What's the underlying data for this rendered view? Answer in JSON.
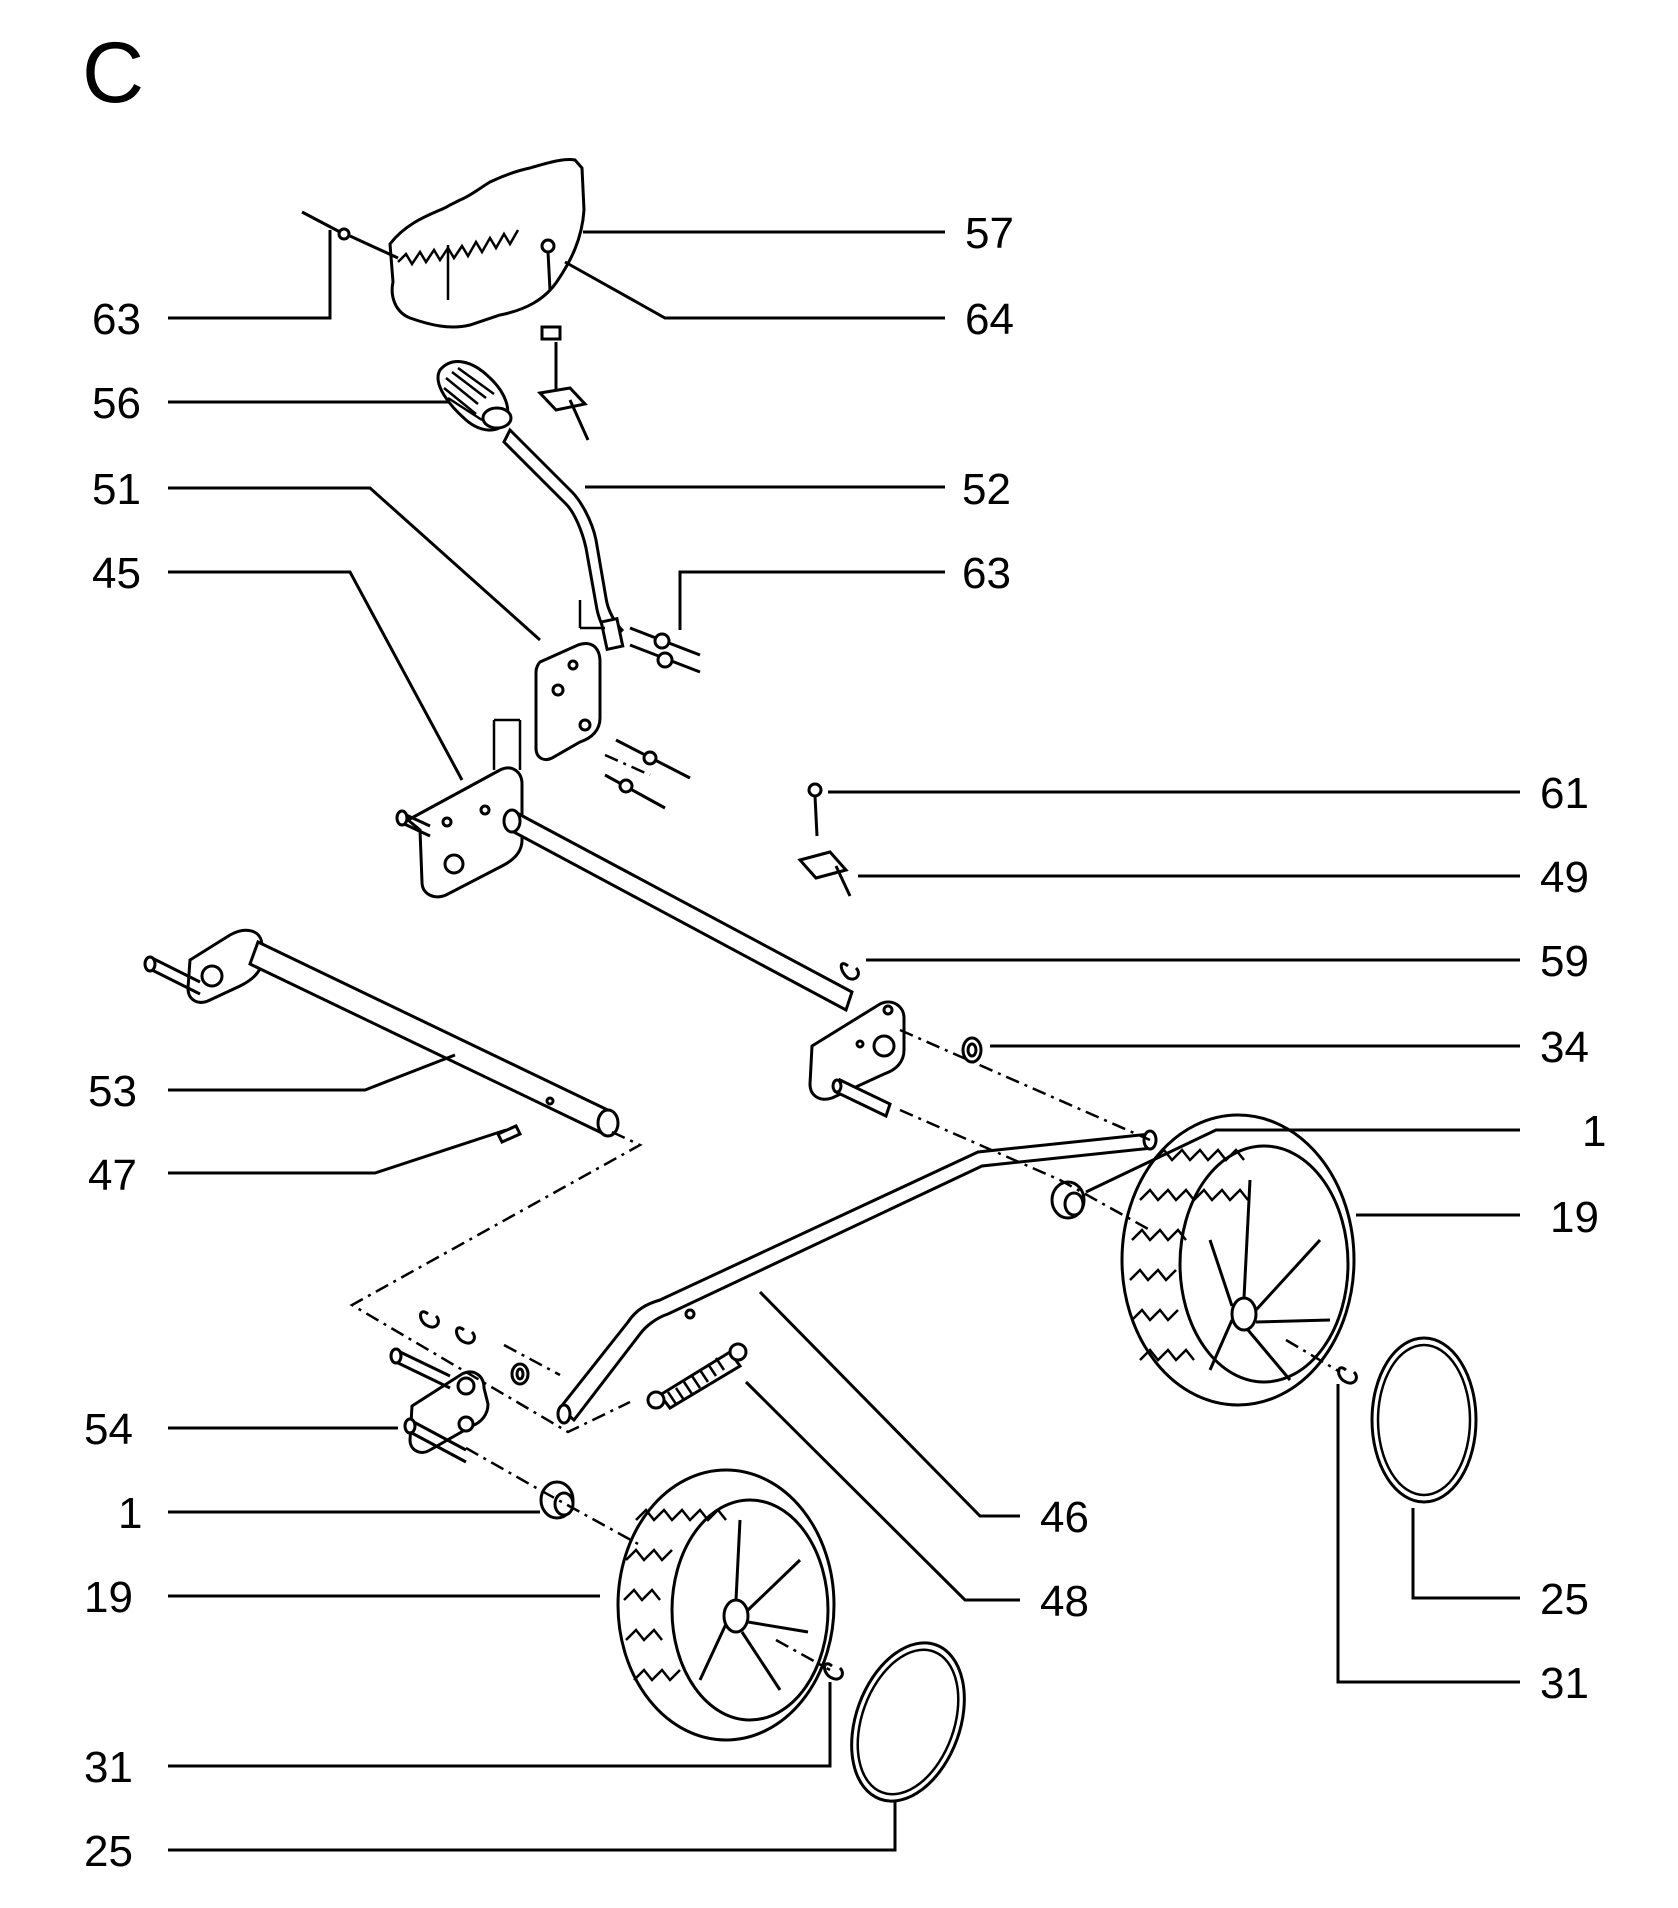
{
  "section": "C",
  "labels": {
    "l63a": "63",
    "l56": "56",
    "l51": "51",
    "l45": "45",
    "l53": "53",
    "l47": "47",
    "l54": "54",
    "l1a": "1",
    "l19a": "19",
    "l31a": "31",
    "l25a": "25",
    "r57": "57",
    "r64": "64",
    "r52": "52",
    "r63": "63",
    "r61": "61",
    "r49": "49",
    "r59": "59",
    "r34": "34",
    "r1": "1",
    "r19": "19",
    "r46": "46",
    "r48": "48",
    "r25": "25",
    "r31": "31"
  }
}
